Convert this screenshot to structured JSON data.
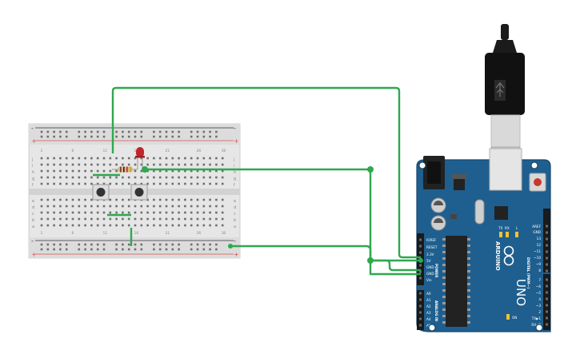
{
  "board": {
    "brand": "ARDUINO",
    "model": "UNO",
    "on_label": "ON",
    "power_header_title": "POWER",
    "analog_header_title": "ANALOG IN",
    "digital_header_title": "DIGITAL (PWM~)",
    "power_pins": [
      "IOREF",
      "RESET",
      "3.3V",
      "5V",
      "GND",
      "GND",
      "Vin"
    ],
    "analog_pins": [
      "A0",
      "A1",
      "A2",
      "A3",
      "A4",
      "A5"
    ],
    "digital_pins_top": [
      "AREF",
      "GND",
      "13",
      "12",
      "~11",
      "~10",
      "~9",
      "8"
    ],
    "digital_pins_bottom": [
      "7",
      "~6",
      "~5",
      "4",
      "~3",
      "2",
      "TX▶1",
      "RX◀0"
    ],
    "led_labels": [
      "TX",
      "RX",
      "L"
    ]
  },
  "breadboard": {
    "row_letters_top": [
      "j",
      "i",
      "h",
      "g",
      "f"
    ],
    "row_letters_bottom": [
      "e",
      "d",
      "c",
      "b",
      "a"
    ],
    "rail_plus": "+",
    "rail_minus": "-"
  },
  "colors": {
    "board": "#1e5f8f",
    "wire": "#2fa84f",
    "rail_red": "#d9534f",
    "rail_black": "#333333",
    "led": "#c0262b",
    "breadboard": "#e4e4e4"
  }
}
